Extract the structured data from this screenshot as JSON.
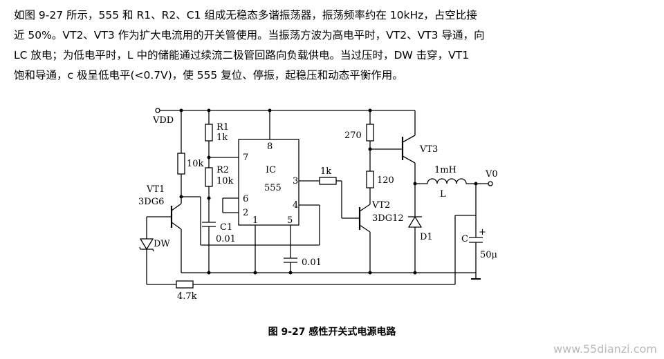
{
  "description": {
    "line1": "如图 9-27 所示，555 和 R1、R2、C1 组成无稳态多谐振荡器，振荡频率约在 10kHz，占空比接",
    "line2": "近 50%。VT2、VT3 作为扩大电流用的开关管使用。当振荡方波为高电平时，VT2、VT3 导通，向",
    "line3": "LC 放电；为低电平时，L 中的储能通过续流二极管回路向负载供电。当过压时，DW 击穿，VT1",
    "line4": "饱和导通，c 极呈低电平(<0.7V)，使 555 复位、停振，起稳压和动态平衡作用。"
  },
  "circuit": {
    "vdd": "VDD",
    "r1_name": "R1",
    "r1_value": "1k",
    "r2_name": "R2",
    "r2_value": "10k",
    "r_10k": "10k",
    "vt1_name": "VT1",
    "vt1_model": "3DG6",
    "dw": "DW",
    "c1_name": "C1",
    "c1_value": "0.01",
    "ic_name": "IC",
    "ic_model": "555",
    "pin8": "8",
    "pin7": "7",
    "pin6": "6",
    "pin2": "2",
    "pin1": "1",
    "pin5": "5",
    "pin4": "4",
    "pin3": "3",
    "r_1k_base": "1k",
    "c_pin5": "0.01",
    "r_270": "270",
    "r_120": "120",
    "vt2_name": "VT2",
    "vt2_model": "3DG12",
    "vt3_name": "VT3",
    "l_value": "1mH",
    "l_name": "L",
    "vo": "V0",
    "d1": "D1",
    "c_name": "C",
    "c_plus": "+",
    "c_value": "50μ",
    "r_4k7": "4.7k"
  },
  "caption": "图 9-27   感性开关式电源电路",
  "watermark": "www.55dianzi.com"
}
